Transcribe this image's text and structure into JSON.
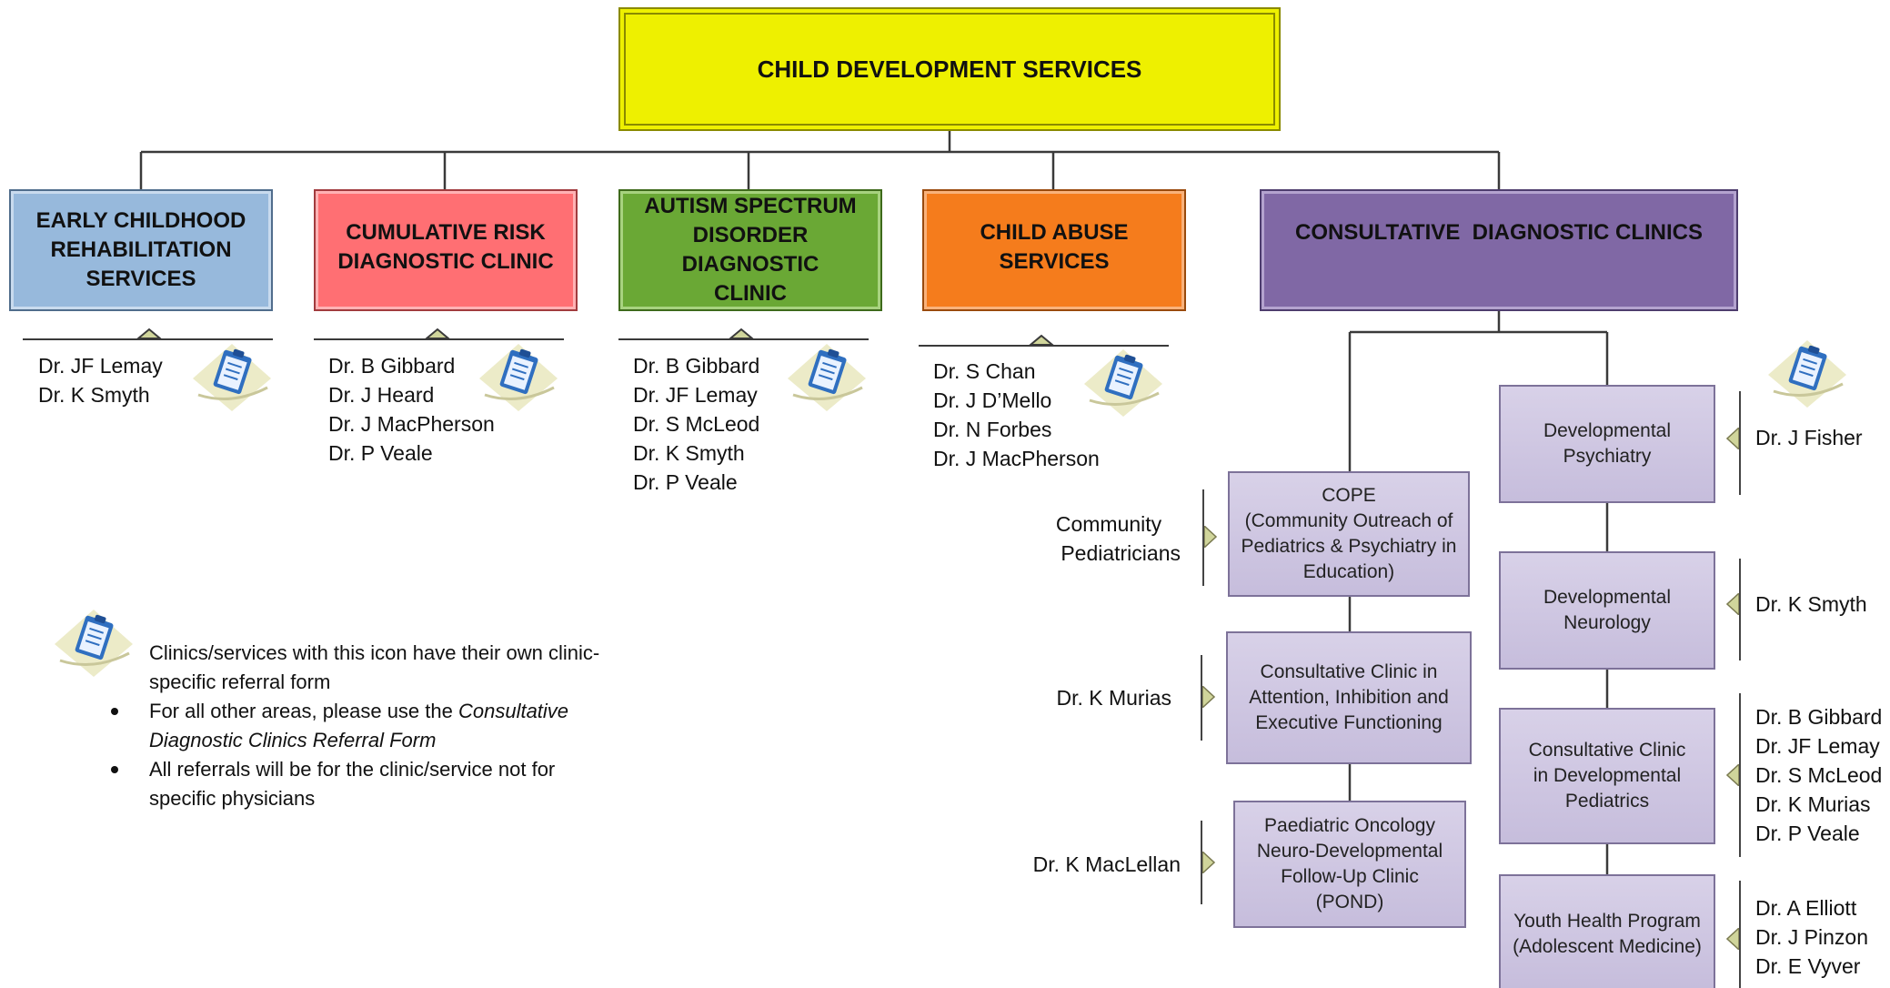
{
  "title": "CHILD DEVELOPMENT SERVICES",
  "services": [
    {
      "id": "early",
      "lines": [
        "EARLY CHILDHOOD",
        "REHABILITATION",
        "SERVICES"
      ],
      "color": "#97b9dc",
      "physicians": [
        "Dr. JF Lemay",
        "Dr. K Smyth"
      ],
      "has_form_icon": true
    },
    {
      "id": "cumulative",
      "lines": [
        "CUMULATIVE RISK",
        "DIAGNOSTIC CLINIC"
      ],
      "color": "#ff6f73",
      "physicians": [
        "Dr. B Gibbard",
        "Dr. J Heard",
        "Dr. J MacPherson",
        "Dr. P Veale"
      ],
      "has_form_icon": true
    },
    {
      "id": "autism",
      "lines": [
        "AUTISM SPECTRUM",
        "DISORDER DIAGNOSTIC",
        "CLINIC"
      ],
      "color": "#6aa835",
      "physicians": [
        "Dr. B Gibbard",
        "Dr. JF Lemay",
        "Dr. S McLeod",
        "Dr. K Smyth",
        "Dr. P Veale"
      ],
      "has_form_icon": true
    },
    {
      "id": "abuse",
      "lines": [
        "CHILD ABUSE",
        "SERVICES"
      ],
      "color": "#f57c1c",
      "physicians": [
        "Dr. S Chan",
        "Dr. J D’Mello",
        "Dr. N Forbes",
        "Dr. J MacPherson"
      ],
      "has_form_icon": true
    },
    {
      "id": "consultative",
      "lines": [
        "CONSULTATIVE  DIAGNOSTIC CLINICS"
      ],
      "color": "#8068a5",
      "physicians": [],
      "has_form_icon": false
    }
  ],
  "left_clinics": [
    {
      "id": "cope",
      "lines": [
        "COPE",
        "(Community Outreach of",
        "Pediatrics & Psychiatry in",
        "Education)"
      ],
      "physicians": [
        "Community",
        "Pediatricians"
      ]
    },
    {
      "id": "attention",
      "lines": [
        "Consultative Clinic in",
        "Attention, Inhibition and",
        "Executive Functioning"
      ],
      "physicians": [
        "Dr. K Murias"
      ]
    },
    {
      "id": "pond",
      "lines": [
        "Paediatric Oncology",
        "Neuro-Developmental",
        "Follow-Up Clinic (POND)"
      ],
      "physicians": [
        "Dr. K MacLellan"
      ]
    }
  ],
  "right_clinics": [
    {
      "id": "psychiatry",
      "lines": [
        "Developmental",
        "Psychiatry"
      ],
      "physicians": [
        "Dr. J Fisher"
      ],
      "has_form_icon": true
    },
    {
      "id": "neurology",
      "lines": [
        "Developmental",
        "Neurology"
      ],
      "physicians": [
        "Dr. K Smyth"
      ],
      "has_form_icon": false
    },
    {
      "id": "devpeds",
      "lines": [
        "Consultative Clinic",
        "in Developmental",
        "Pediatrics"
      ],
      "physicians": [
        "Dr. B Gibbard",
        "Dr. JF Lemay",
        "Dr. S McLeod",
        "Dr. K Murias",
        "Dr. P Veale"
      ],
      "has_form_icon": false
    },
    {
      "id": "youth",
      "lines": [
        "Youth Health Program",
        "(Adolescent Medicine)"
      ],
      "physicians": [
        "Dr. A Elliott",
        "Dr. J Pinzon",
        "Dr. E Vyver"
      ],
      "has_form_icon": false
    }
  ],
  "legend": {
    "icon_note_lines": [
      "Clinics/services with this icon have their own clinic-",
      "specific referral form"
    ],
    "bullet1_plain": "For all other areas, please use the ",
    "bullet1_italic_a": "Consultative",
    "bullet1_italic_b": "Diagnostic Clinics Referral Form",
    "bullet2_lines": [
      "All referrals will be for the clinic/service not for",
      "specific physicians"
    ]
  }
}
